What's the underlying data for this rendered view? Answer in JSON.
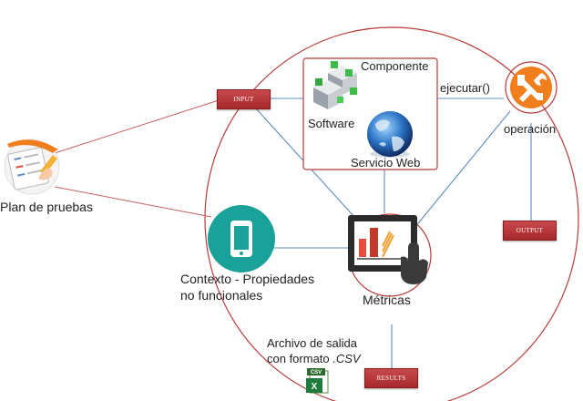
{
  "labels": {
    "input": "INPUT",
    "output": "OUTPUT",
    "results": "RESULTS",
    "componente": "Componente",
    "software": "Software",
    "servicio_web": "Servicio Web",
    "ejecutar": "ejecutar()",
    "operacion": "operación",
    "plan": "Plan de pruebas",
    "contexto_line1": "Contexto - Propiedades",
    "contexto_line2": "no funcionales",
    "metricas": "Métricas",
    "archivo_line1": "Archivo de salida",
    "archivo_line2_prefix": "con formato ",
    "archivo_line2_ext": ".CSV",
    "csv_badge": "CSV"
  },
  "colors": {
    "accent_red": "#c0392b",
    "connector_blue": "#4f7fb8",
    "teal": "#1aa19a",
    "orange": "#f07e1c"
  },
  "icons": [
    "cubes-icon",
    "globe-icon",
    "wrench-icon",
    "checklist-icon",
    "smartphone-icon",
    "chart-monitor-icon",
    "csv-file-icon"
  ]
}
